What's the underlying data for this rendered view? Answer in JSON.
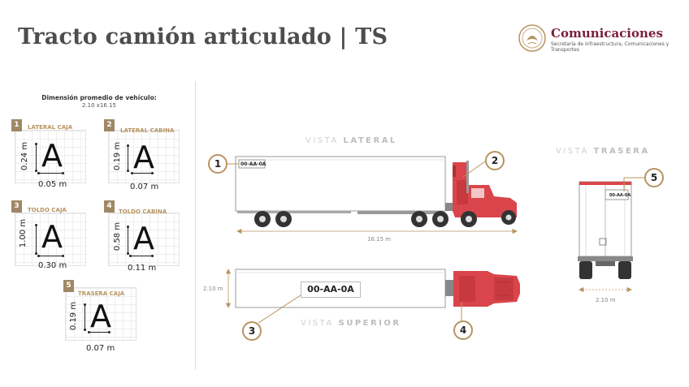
{
  "header": {
    "title": "Tracto camión articulado | TS",
    "logo_name": "Comunicaciones",
    "logo_sub": "Secretaría de Infraestructura, Comunicaciones y Transportes"
  },
  "dimensions": {
    "title": "Dimensión promedio de vehículo:",
    "value": "2.10 x16.15"
  },
  "cards": [
    {
      "num": "1",
      "label": "LATERAL CAJA",
      "letter": "A",
      "height": "0.24 m",
      "width": "0.05 m"
    },
    {
      "num": "2",
      "label": "LATERAL CABINA",
      "letter": "A",
      "height": "0.19 m",
      "width": "0.07 m"
    },
    {
      "num": "3",
      "label": "TOLDO CAJA",
      "letter": "A",
      "height": "1.00 m",
      "width": "0.30 m"
    },
    {
      "num": "4",
      "label": "TOLDO CABINA",
      "letter": "A",
      "height": "0.58 m",
      "width": "0.11 m"
    },
    {
      "num": "5",
      "label": "TRASERA CAJA",
      "letter": "A",
      "height": "0.19 m",
      "width": "0.07 m"
    }
  ],
  "views": {
    "lateral_prefix": "VISTA ",
    "lateral_bold": "LATERAL",
    "superior_prefix": "VISTA ",
    "superior_bold": "SUPERIOR",
    "trasera_prefix": "VISTA ",
    "trasera_bold": "TRASERA"
  },
  "measures": {
    "length": "16.15 m",
    "width_top": "2.10 m",
    "width_rear": "2.10 m"
  },
  "plates": {
    "side": "00-AA-0A",
    "top": "00-AA-0A",
    "rear": "00-AA-0A"
  },
  "markers": [
    "1",
    "2",
    "3",
    "4",
    "5"
  ],
  "colors": {
    "accent": "#b89360",
    "cab": "#d9454b",
    "brand": "#7a1e3a"
  }
}
